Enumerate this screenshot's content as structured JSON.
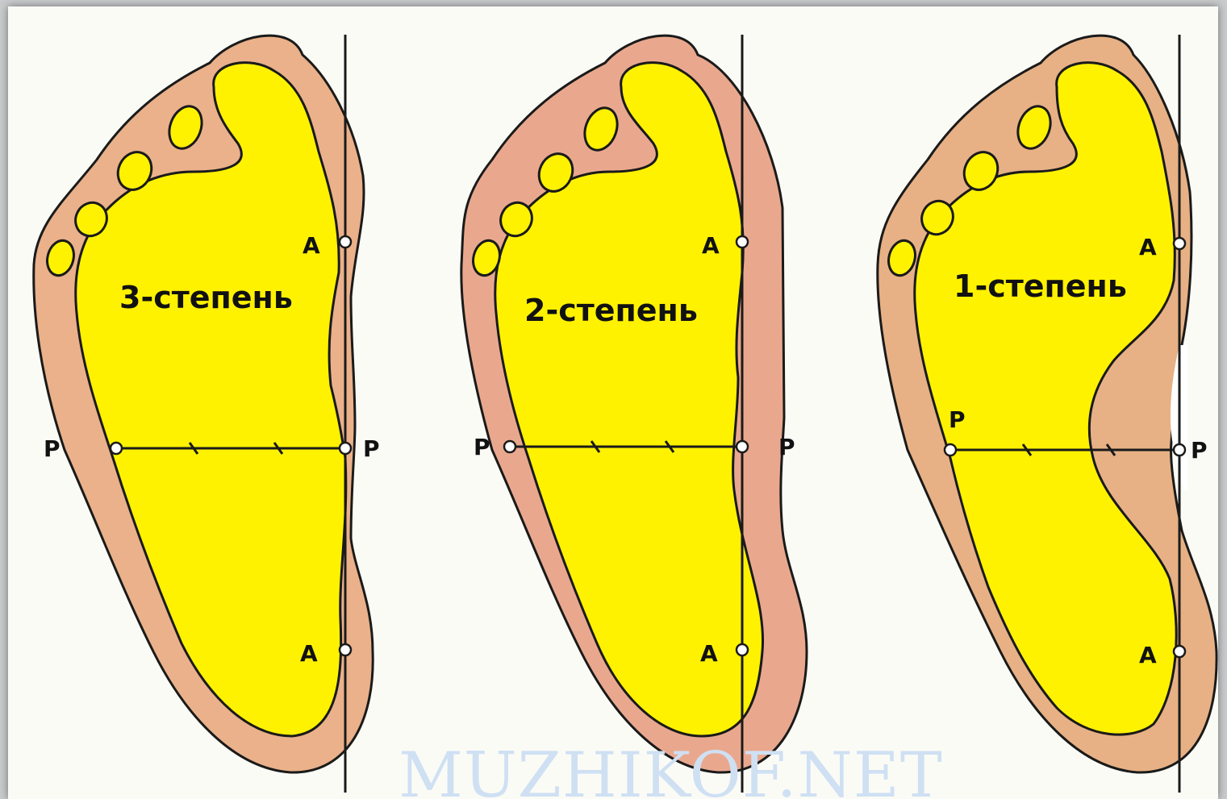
{
  "panels": [
    {
      "id": "grade-3",
      "label": "3-степень",
      "skin": "#eab18a",
      "pt_a": "A",
      "pt_p": "P"
    },
    {
      "id": "grade-2",
      "label": "2-степень",
      "skin": "#e9a88e",
      "pt_a": "A",
      "pt_p": "P"
    },
    {
      "id": "grade-1",
      "label": "1-степень",
      "skin": "#e7b185",
      "pt_a": "A",
      "pt_p": "P"
    }
  ],
  "colors": {
    "sole": "#fff200",
    "outline": "#1a1a1a",
    "background": "#fbfbf6"
  },
  "watermark": "MUZHIKOF.NET"
}
